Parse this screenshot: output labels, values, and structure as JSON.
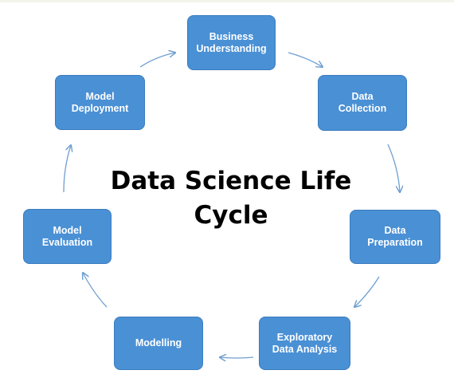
{
  "diagram": {
    "title": "Data Science Life\nCycle",
    "nodes": {
      "business_understanding": "Business\nUnderstanding",
      "data_collection": "Data\nCollection",
      "data_preparation": "Data\nPreparation",
      "exploratory_data_analysis": "Exploratory\nData Analysis",
      "modelling": "Modelling",
      "model_evaluation": "Model\nEvaluation",
      "model_deployment": "Model\nDeployment"
    },
    "colors": {
      "node_fill": "#4a90d5",
      "node_text": "#ffffff",
      "arrow": "#6f9fd0",
      "title_text": "#000000"
    }
  }
}
